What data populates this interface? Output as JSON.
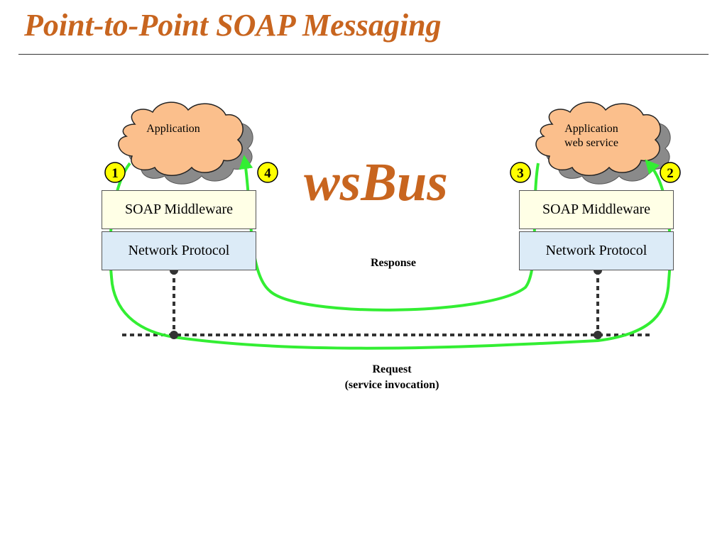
{
  "slide": {
    "title": "Point-to-Point SOAP Messaging",
    "brand": "wsBus"
  },
  "left_node": {
    "cloud_label": "Application",
    "middleware_label": "SOAP Middleware",
    "protocol_label": "Network Protocol"
  },
  "right_node": {
    "cloud_label_line1": "Application",
    "cloud_label_line2": "web service",
    "middleware_label": "SOAP Middleware",
    "protocol_label": "Network Protocol"
  },
  "steps": [
    "1",
    "4",
    "3",
    "2"
  ],
  "flows": {
    "response_label": "Response",
    "request_label_line1": "Request",
    "request_label_line2": "(service invocation)"
  },
  "colors": {
    "title": "#c8651f",
    "cloud_fill": "#fbbf8c",
    "cloud_shadow": "#8a8a8a",
    "badge_fill": "#ffff00",
    "flow_line": "#33ee33",
    "middleware_fill": "#ffffe6",
    "protocol_fill": "#dcebf7",
    "network_line": "#333333"
  }
}
